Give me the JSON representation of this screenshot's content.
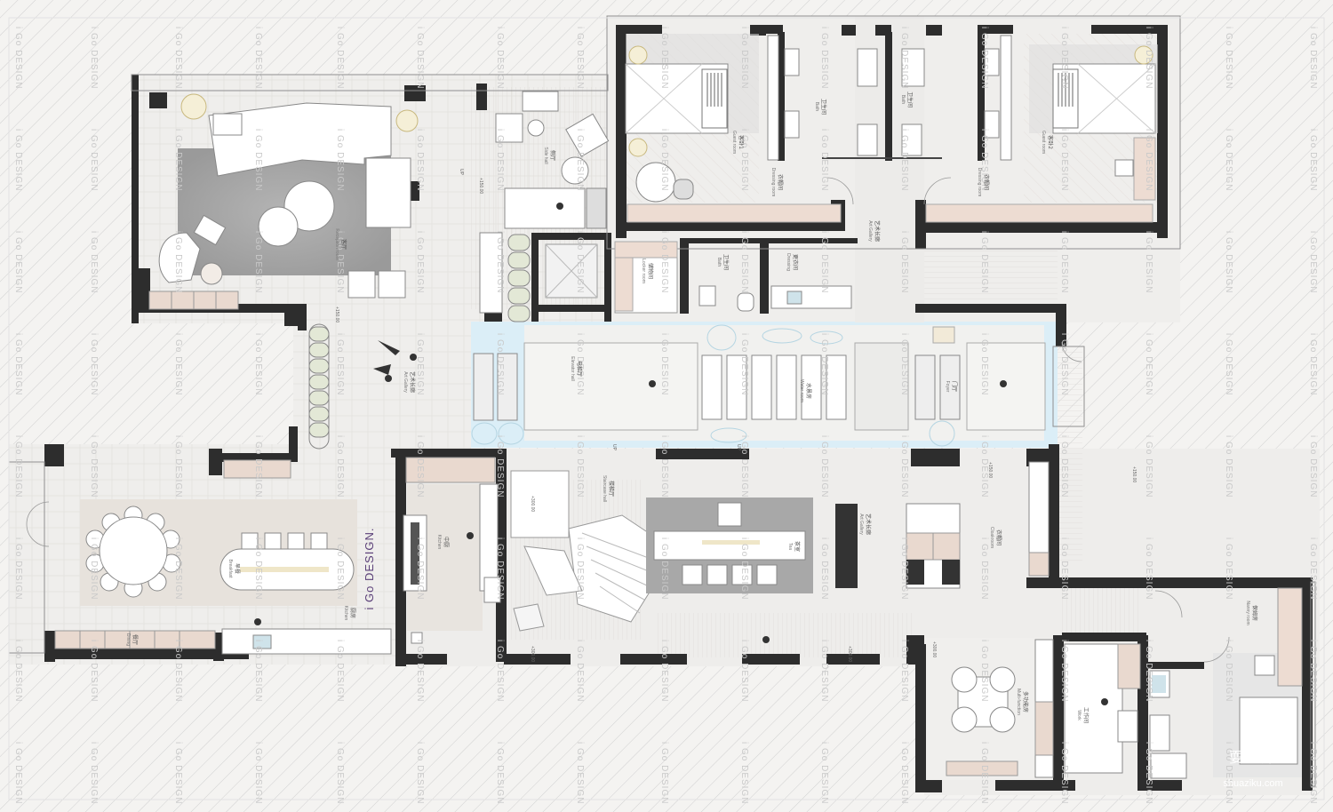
{
  "brand": {
    "logo_text": "i Go DESIGN.",
    "watermark": "i Go DESIGN",
    "site_name": "耍字库",
    "site_url": "shuaziku.com"
  },
  "rooms": [
    {
      "id": "reception",
      "zh": "客厅",
      "en": "Reception room"
    },
    {
      "id": "side-hall",
      "zh": "侧厅",
      "en": "Side hall"
    },
    {
      "id": "guest1",
      "zh": "客卧1",
      "en": "Guest room"
    },
    {
      "id": "dressing1",
      "zh": "衣帽间",
      "en": "Dressing room"
    },
    {
      "id": "bath1",
      "zh": "卫生间",
      "en": "Bath"
    },
    {
      "id": "bath2",
      "zh": "卫生间",
      "en": "Bath"
    },
    {
      "id": "dressing2",
      "zh": "衣帽间",
      "en": "Dressing room"
    },
    {
      "id": "guest2",
      "zh": "客卧2",
      "en": "Guest room"
    },
    {
      "id": "art-top",
      "zh": "艺术长廊",
      "en": "Art Gallery"
    },
    {
      "id": "locker",
      "zh": "储物间",
      "en": "Locker room"
    },
    {
      "id": "bath3",
      "zh": "卫生间",
      "en": "Bath"
    },
    {
      "id": "dressing3",
      "zh": "更衣间",
      "en": "Dressing"
    },
    {
      "id": "art-left",
      "zh": "艺术长廊",
      "en": "Art Gallery"
    },
    {
      "id": "elevator-hall",
      "zh": "电梯厅",
      "en": "Elevator hall"
    },
    {
      "id": "water-room",
      "zh": "水景房",
      "en": "Water room"
    },
    {
      "id": "foyer",
      "zh": "门厅",
      "en": "Foyer"
    },
    {
      "id": "staircase",
      "zh": "楼梯厅",
      "en": "Staircase hall"
    },
    {
      "id": "tea",
      "zh": "茶室",
      "en": "Tea"
    },
    {
      "id": "art-mid",
      "zh": "艺术长廊",
      "en": "Art Gallery"
    },
    {
      "id": "cloakroom",
      "zh": "衣帽间",
      "en": "Cloakroom"
    },
    {
      "id": "dining",
      "zh": "餐厅",
      "en": "Dining"
    },
    {
      "id": "breakfast",
      "zh": "早餐",
      "en": "Breakfast"
    },
    {
      "id": "kitchen-open",
      "zh": "厨房",
      "en": "Kitchen"
    },
    {
      "id": "kitchen",
      "zh": "中厨",
      "en": "Kitchen"
    },
    {
      "id": "multi",
      "zh": "多功能房",
      "en": "Multi-function"
    },
    {
      "id": "work",
      "zh": "工作间",
      "en": "Work"
    },
    {
      "id": "nanny",
      "zh": "保姆房",
      "en": "Nanny room"
    }
  ],
  "levels": [
    {
      "text": "+150.00"
    },
    {
      "text": "+150.00"
    },
    {
      "text": "+150.00"
    },
    {
      "text": "+150.00"
    },
    {
      "text": "+300.00"
    },
    {
      "text": "+300.00"
    },
    {
      "text": "+300.00"
    },
    {
      "text": "+300.00"
    }
  ],
  "up_markers": [
    "UP",
    "UP",
    "UP"
  ],
  "colors": {
    "wall": "#2d2d2d",
    "floor": "#e7e5e2",
    "floor_light": "#efeeec",
    "outdoor": "#f0efed",
    "hatch": "#d2d2d2",
    "rug": "#a6a6a6",
    "water": "#d7ecf5",
    "wood": "#eddcd2",
    "furniture": "#ffffff",
    "outline": "#8a8a8a"
  }
}
